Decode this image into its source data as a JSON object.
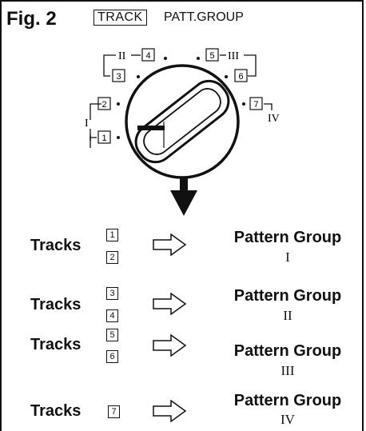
{
  "figure": {
    "title": "Fig. 2",
    "track_label": "TRACK",
    "patt_group_label": "PATT.GROUP"
  },
  "dial": {
    "positions": [
      "1",
      "2",
      "3",
      "4",
      "5",
      "6",
      "7"
    ],
    "groups": [
      "I",
      "II",
      "III",
      "IV"
    ]
  },
  "mappings": [
    {
      "tracks_label": "Tracks",
      "tracks": [
        "1",
        "2"
      ],
      "group_label": "Pattern Group",
      "group": "I"
    },
    {
      "tracks_label": "Tracks",
      "tracks": [
        "3",
        "4"
      ],
      "group_label": "Pattern Group",
      "group": "II"
    },
    {
      "tracks_label": "Tracks",
      "tracks": [
        "5",
        "6"
      ],
      "group_label": "Pattern Group",
      "group": "III"
    },
    {
      "tracks_label": "Tracks",
      "tracks": [
        "7"
      ],
      "group_label": "Pattern Group",
      "group": "IV"
    }
  ]
}
